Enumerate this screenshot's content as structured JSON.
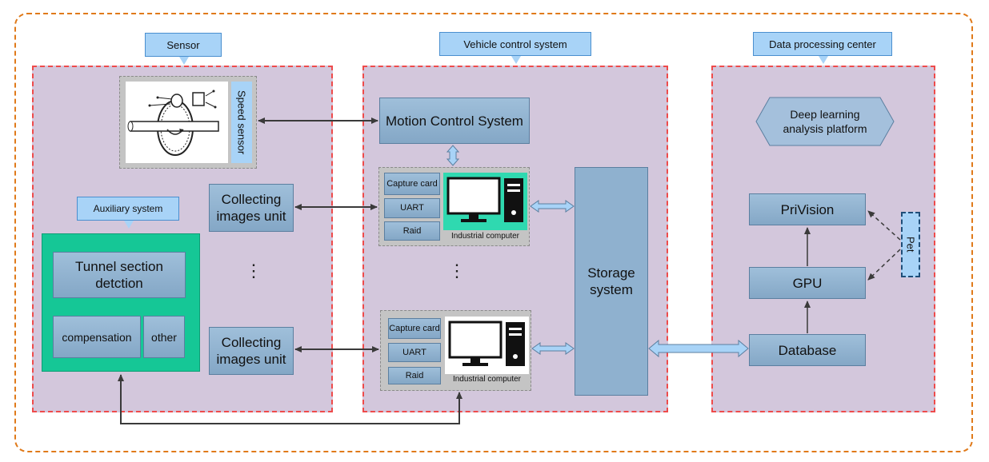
{
  "callouts": {
    "sensor": "Sensor",
    "vehicle": "Vehicle control system",
    "data_center": "Data processing center",
    "auxiliary": "Auxiliary system"
  },
  "sensor_panel": {
    "speed_sensor": "Speed sensor",
    "collecting_1": "Collecting images unit",
    "collecting_2": "Collecting images unit",
    "dots": "⋮",
    "tunnel": "Tunnel section detction",
    "compensation": "compensation",
    "other": "other"
  },
  "vehicle_panel": {
    "motion": "Motion Control System",
    "dots": "⋮",
    "computer_1": {
      "capture": "Capture card",
      "uart": "UART",
      "raid": "Raid",
      "label": "Industrial computer"
    },
    "computer_2": {
      "capture": "Capture card",
      "uart": "UART",
      "raid": "Raid",
      "label": "Industrial computer"
    },
    "storage": "Storage system"
  },
  "data_panel": {
    "deep_learning": "Deep learning analysis platform",
    "privision": "PriVision",
    "gpu": "GPU",
    "database": "Database",
    "pet": "Pet"
  },
  "colors": {
    "panel_fill": "#d3c7dc",
    "panel_border": "#ee4b4b",
    "box_fill": "#8fb1cf",
    "callout_fill": "#a8d3f7",
    "auxiliary_fill": "#15c796",
    "outer_border": "#e07a1a"
  }
}
